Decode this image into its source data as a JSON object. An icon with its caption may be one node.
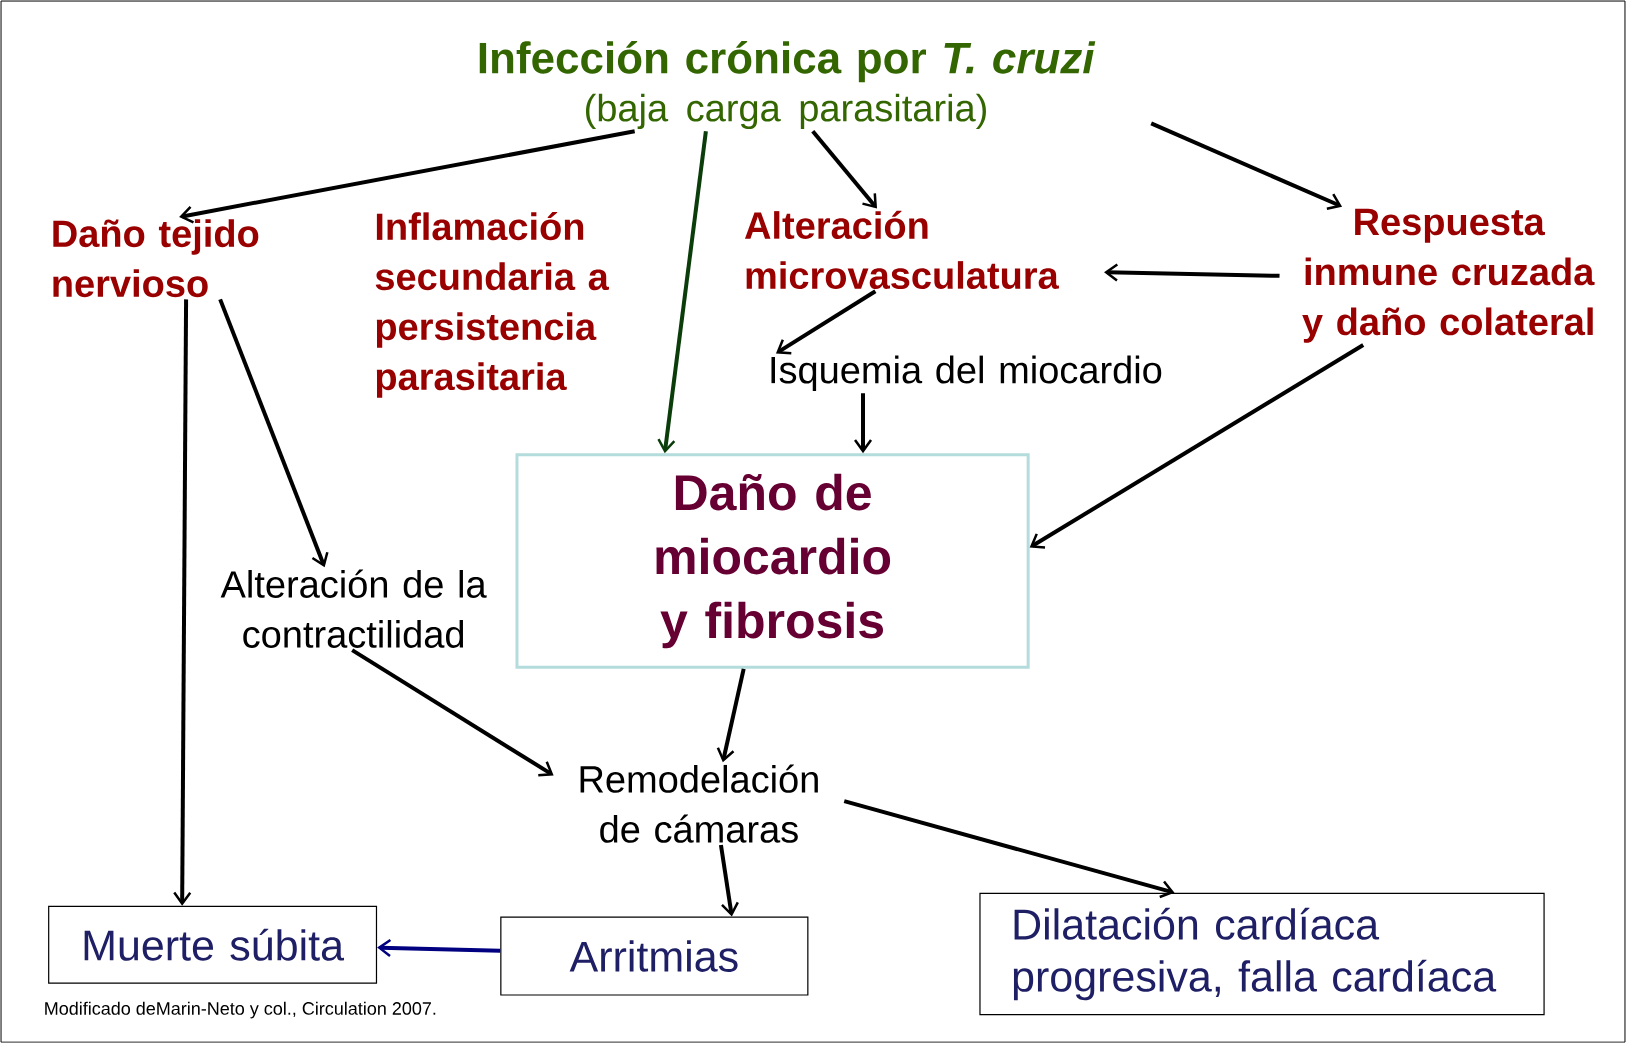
{
  "diagram": {
    "nodes": [
      {
        "text": [
          "Infección crónica por *T. cruzi*",
          "(baja carga parasitaria)"
        ]
      },
      {
        "text": [
          "Daño tejido nervioso"
        ]
      },
      {
        "text": [
          "Inflamación secundaria a persistencia parasitaria"
        ]
      },
      {
        "text": [
          "Alteración microvasculatura"
        ]
      },
      {
        "text": [
          "Respuesta inmune cruzada y daño colateral"
        ]
      },
      {
        "text": [
          "Isquemia del miocardio"
        ]
      },
      {
        "text": [
          "Daño de miocardio y fibrosis"
        ]
      },
      {
        "text": [
          "Alteración de la contractilidad"
        ]
      },
      {
        "text": [
          "Remodelación de cámaras"
        ]
      },
      {
        "text": [
          "Muerte súbita"
        ]
      },
      {
        "text": [
          "Arritmias"
        ]
      },
      {
        "text": [
          "Dilatación cardíaca progresiva, falla cardíaca"
        ]
      }
    ],
    "edges": [
      {
        "from": 0,
        "to": 1,
        "arrow": "to"
      },
      {
        "from": 0,
        "to": 6,
        "arrow": "to",
        "color": "#0b3d0b"
      },
      {
        "from": 0,
        "to": 3,
        "arrow": "to"
      },
      {
        "from": 0,
        "to": 4,
        "arrow": "to"
      },
      {
        "from": 4,
        "to": 3,
        "arrow": "to"
      },
      {
        "from": 3,
        "to": 5,
        "arrow": "to"
      },
      {
        "from": 5,
        "to": 6,
        "arrow": "to"
      },
      {
        "from": 4,
        "to": 6,
        "arrow": "to"
      },
      {
        "from": 1,
        "to": 9,
        "arrow": "to"
      },
      {
        "from": 1,
        "to": 7,
        "arrow": "to"
      },
      {
        "from": 7,
        "to": 8,
        "arrow": "to"
      },
      {
        "from": 6,
        "to": 8,
        "arrow": "to"
      },
      {
        "from": 8,
        "to": 10,
        "arrow": "to"
      },
      {
        "from": 8,
        "to": 11,
        "arrow": "to"
      },
      {
        "from": 10,
        "to": 9,
        "arrow": "to",
        "color": "#000080"
      }
    ],
    "labels": [
      "Modificado deMarin-Neto y col., Circulation 2007."
    ]
  }
}
